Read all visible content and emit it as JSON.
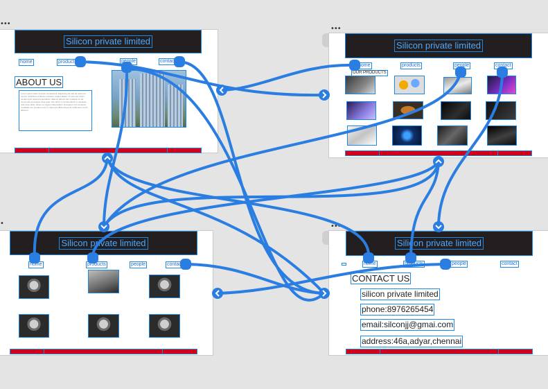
{
  "company_name": "Silicon private limited",
  "nav": {
    "home": "home",
    "products": "products",
    "people": "people",
    "contact": "contact"
  },
  "about": {
    "heading": "ABOUT US",
    "body": "Lorem ipsum dolor sit amet consectetur adipiscing elit sed do eiusmod tempor incididunt ut labore et dolore magna aliqua. Ut enim ad minim veniam quis nostrud exercitation ullamco laboris nisi ut aliquip ex ea commodo consequat. Duis aute irure dolor in reprehenderit in voluptate velit esse cillum dolore eu fugiat nulla pariatur. Excepteur sint occaecat cupidatat non proident sunt in culpa qui officia deserunt mollit anim id est laborum."
  },
  "products": {
    "heading": "OUR PRODUCTS"
  },
  "contact": {
    "heading": "CONTACT US",
    "lines": [
      "silicon private limited",
      "phone:8976265454",
      "email:silconjj@gmai.com",
      "address:46a,adyar,chennai"
    ]
  },
  "colors": {
    "link": "#2a7de1",
    "header_bg": "#231f20",
    "footer_red": "#d0021b",
    "header_text": "#4aa8ff"
  }
}
